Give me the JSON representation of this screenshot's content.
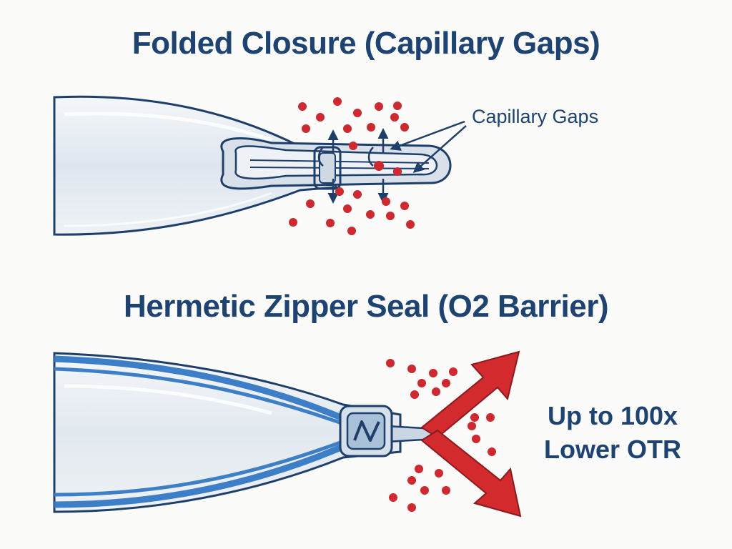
{
  "top_panel": {
    "title": "Folded Closure (Capillary Gaps)",
    "callout": "Capillary Gaps",
    "colors": {
      "bag_fill": "#e7edf3",
      "bag_outline": "#1f3f6b",
      "oxygen_dot": "#d0282f",
      "arrow": "#1f3f6b"
    }
  },
  "bottom_panel": {
    "title": "Hermetic Zipper Seal (O2 Barrier)",
    "callout_line1": "Up to 100x",
    "callout_line2": "Lower OTR",
    "colors": {
      "bag_fill": "#e9eef3",
      "bag_stripe": "#3d7fc7",
      "zipper": "#8aa6c6",
      "deflect_arrow": "#d32a2e",
      "oxygen_dot": "#d0282f"
    }
  }
}
